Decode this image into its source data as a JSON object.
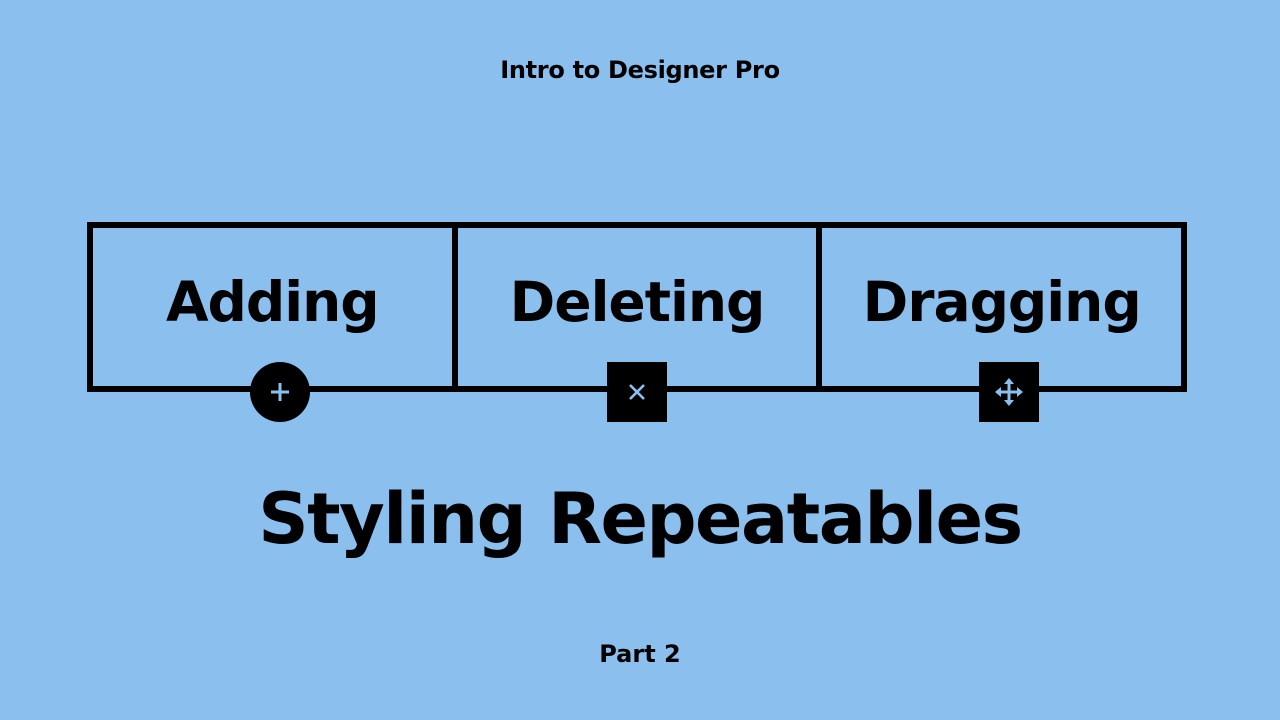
{
  "header": {
    "subtitle": "Intro to Designer Pro"
  },
  "panels": [
    {
      "label": "Adding",
      "icon": "plus-icon"
    },
    {
      "label": "Deleting",
      "icon": "close-icon"
    },
    {
      "label": "Dragging",
      "icon": "move-icon"
    }
  ],
  "title": "Styling Repeatables",
  "footer": {
    "part": "Part 2"
  },
  "colors": {
    "background": "#8bbfee",
    "foreground": "#000000"
  }
}
